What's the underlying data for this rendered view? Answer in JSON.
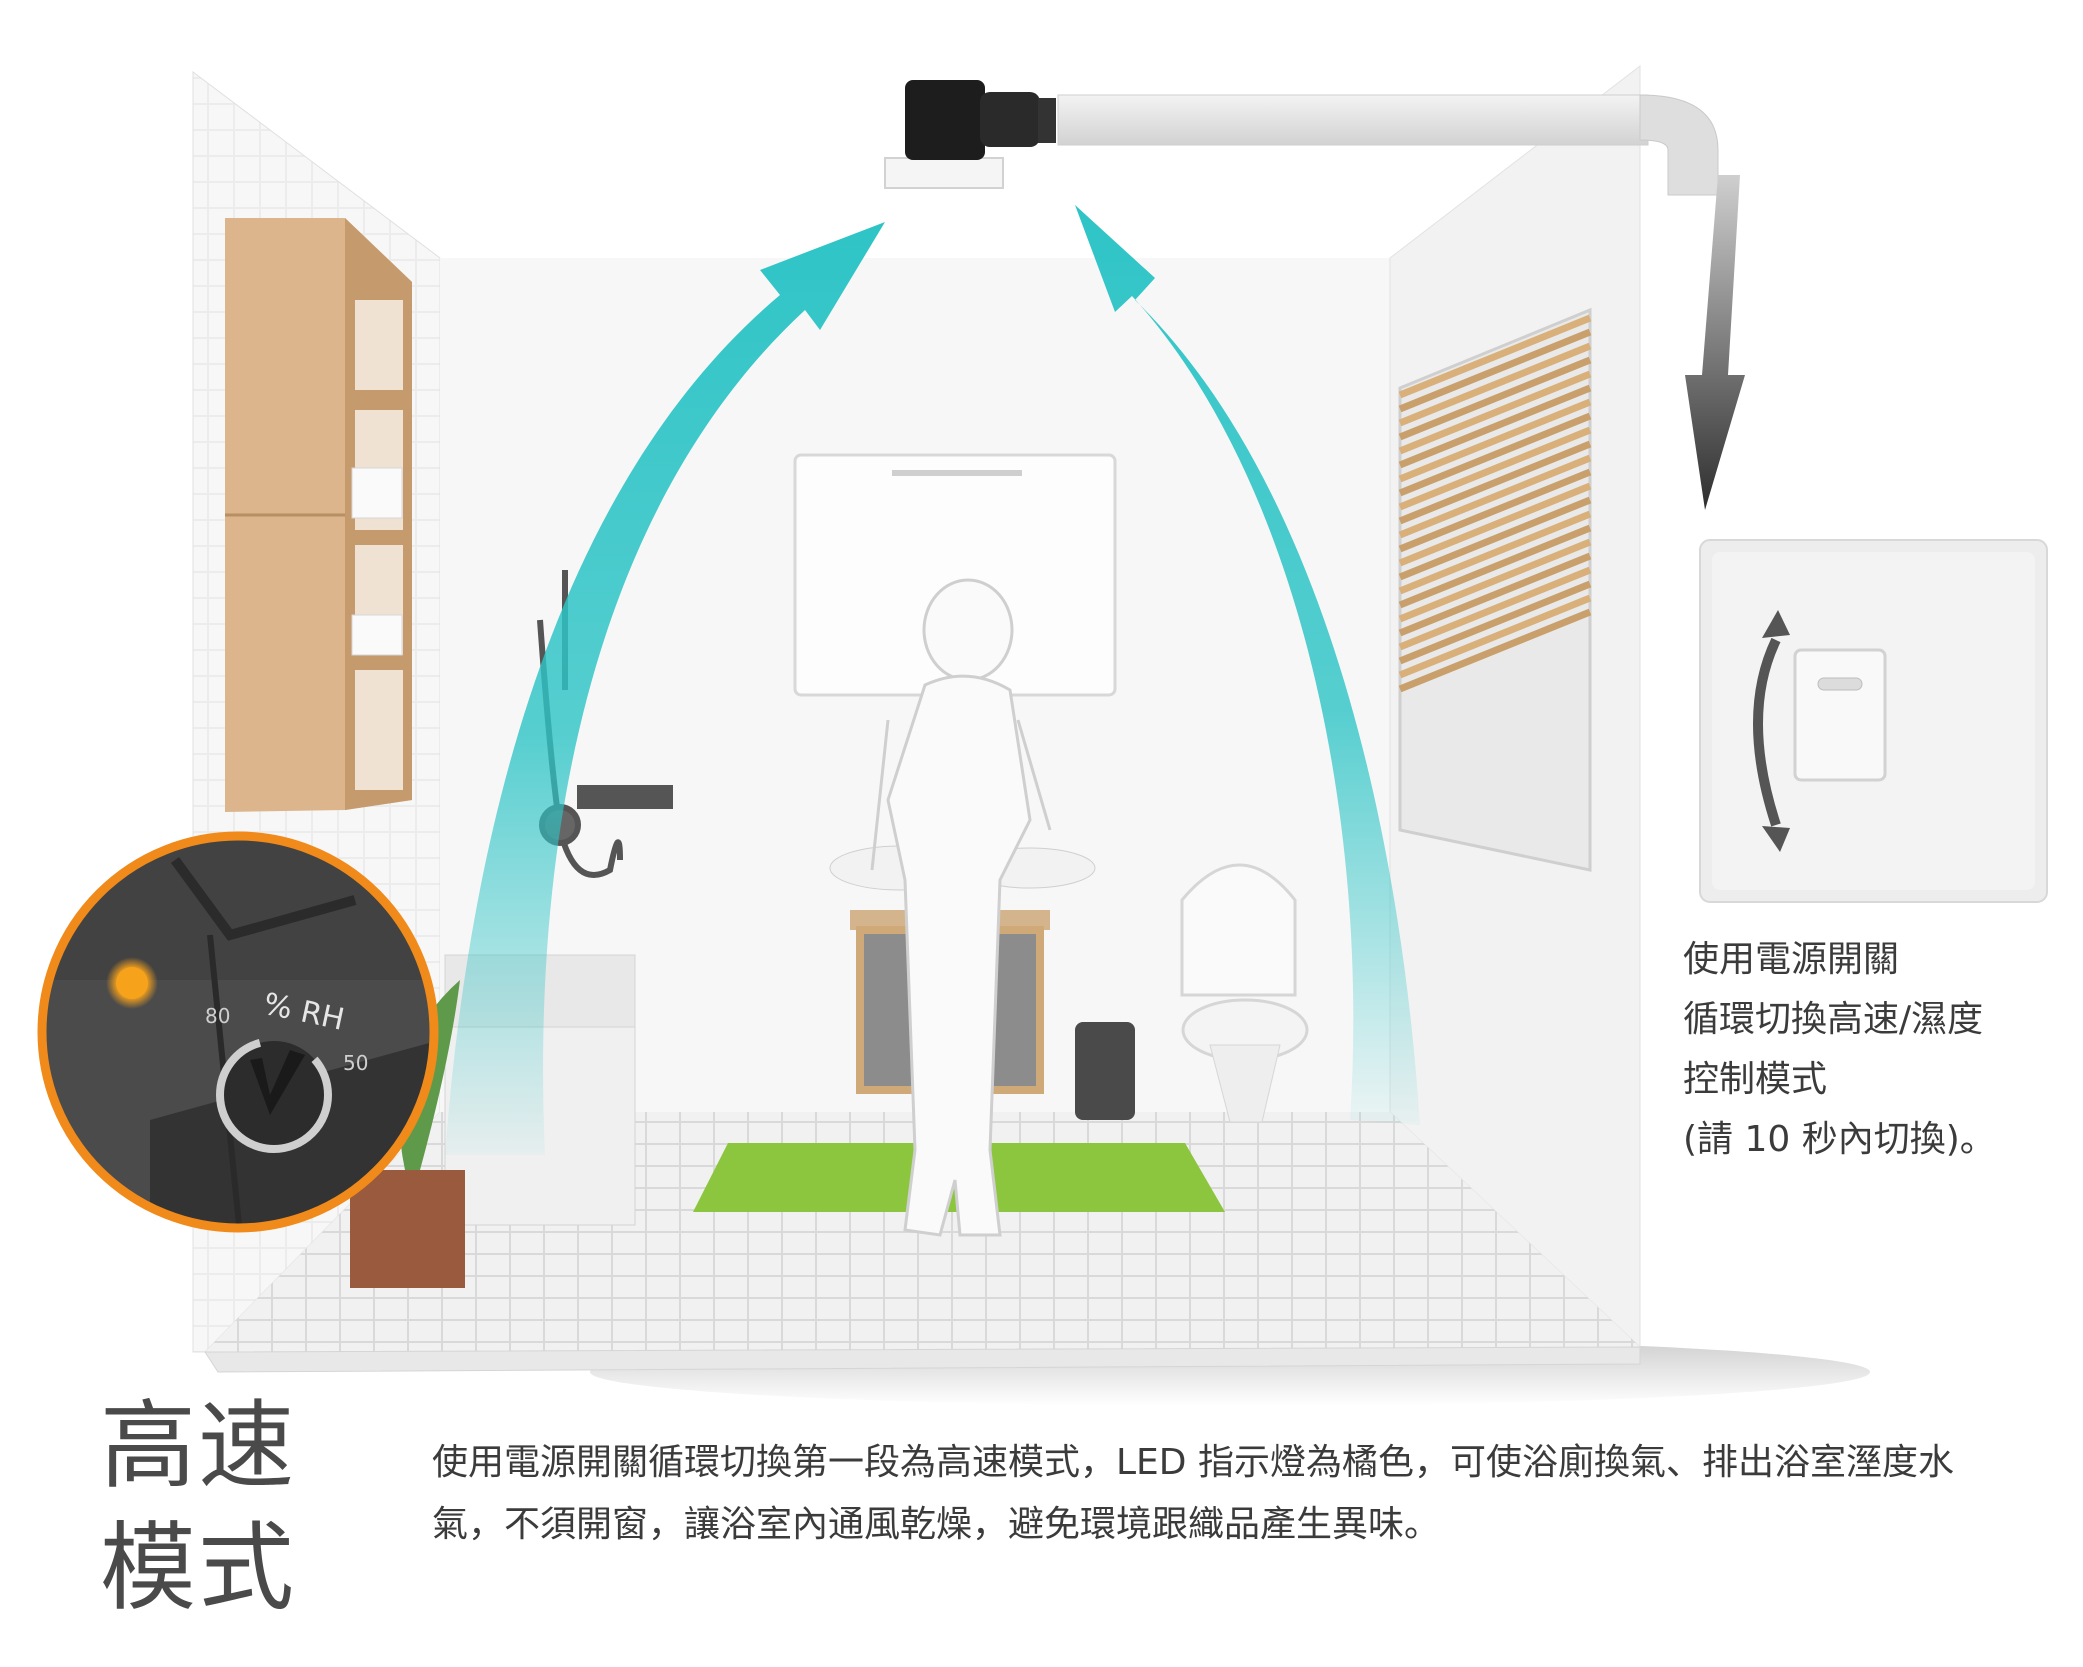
{
  "mode_title": [
    "高速",
    "模式"
  ],
  "description": "使用電源開關循環切換第一段為高速模式，LED 指示燈為橘色，可使浴廁換氣、排出浴室溼度水氣，不須開窗，讓浴室內通風乾燥，避免環境跟織品產生異味。",
  "switch_note": [
    "使用電源開關",
    "循環切換高速/濕度",
    "控制模式",
    "(請 10 秒內切換)。"
  ],
  "dial": {
    "label": "% RH",
    "mark_high": "80",
    "mark_low": "50"
  },
  "colors": {
    "airflow_arrow": "#2ec4c6",
    "led": "#f7a21b",
    "inset_ring": "#f08a1a",
    "mat": "#8cc63f"
  }
}
